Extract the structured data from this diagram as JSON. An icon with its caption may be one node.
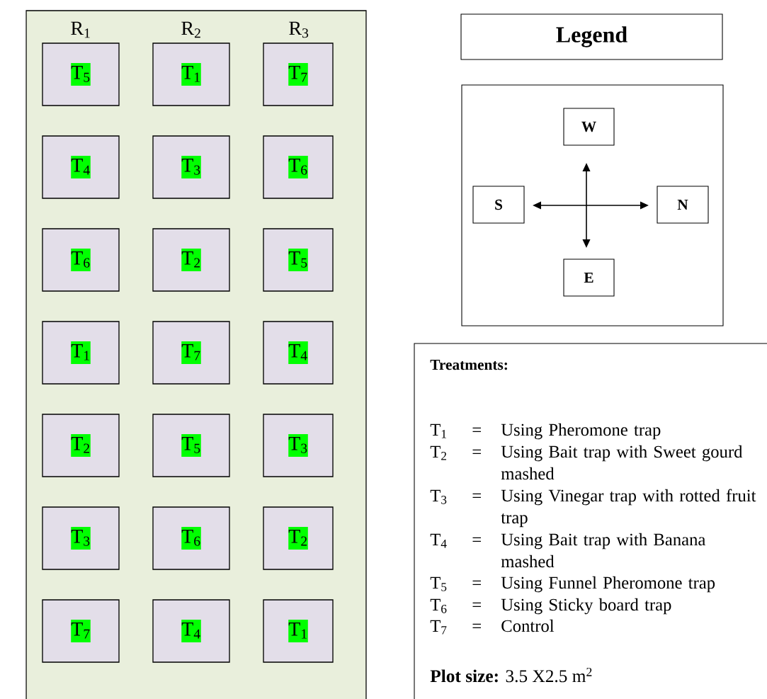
{
  "diagram": {
    "nodes": [
      {
        "text": [],
        "shape": "box"
      },
      {
        "text": [
          "T$_{5}$"
        ],
        "in": 0
      },
      {
        "text": [
          "T$_{1}$"
        ],
        "in": 0
      },
      {
        "text": [
          "T$_{7}$"
        ],
        "in": 0
      },
      {
        "text": [
          "T$_{4}$"
        ],
        "in": 0
      },
      {
        "text": [
          "T$_{3}$"
        ],
        "in": 0
      },
      {
        "text": [
          "T$_{6}$"
        ],
        "in": 0
      },
      {
        "text": [
          "T$_{6}$"
        ],
        "in": 0
      },
      {
        "text": [
          "T$_{2}$"
        ],
        "in": 0
      },
      {
        "text": [
          "T$_{5}$"
        ],
        "in": 0
      },
      {
        "text": [
          "T$_{1}$"
        ],
        "in": 0
      },
      {
        "text": [
          "T$_{7}$"
        ],
        "in": 0
      },
      {
        "text": [
          "T$_{4}$"
        ],
        "in": 0
      },
      {
        "text": [
          "T$_{2}$"
        ],
        "in": 0
      },
      {
        "text": [
          "T$_{5}$"
        ],
        "in": 0
      },
      {
        "text": [
          "T$_{3}$"
        ],
        "in": 0
      },
      {
        "text": [
          "T$_{3}$"
        ],
        "in": 0
      },
      {
        "text": [
          "T$_{6}$"
        ],
        "in": 0
      },
      {
        "text": [
          "T$_{2}$"
        ],
        "in": 0
      },
      {
        "text": [
          "T$_{7}$"
        ],
        "in": 0
      },
      {
        "text": [
          "T$_{4}$"
        ],
        "in": 0
      },
      {
        "text": [
          "T$_{1}$"
        ],
        "in": 0
      },
      {
        "text": [
          "Legend"
        ]
      },
      {
        "text": [],
        "shape": "box"
      },
      {
        "text": [
          "W"
        ],
        "in": 23
      },
      {
        "text": [
          "S"
        ],
        "in": 23
      },
      {
        "text": [
          "N"
        ],
        "in": 23
      },
      {
        "text": [
          "E"
        ],
        "in": 23
      },
      {
        "text": [
          "Treatments:",
          "T$_{1}$",
          "=",
          "Using Pheromone trap",
          "T$_{2}$",
          "=",
          "Using Bait trap with Sweet gourd mashed",
          "T$_{3}$",
          "=",
          "Using Vinegar trap with rotted fruit trap",
          "T$_{4}$",
          "=",
          "Using Bait trap with Banana mashed",
          "T$_{5}$",
          "=",
          "Using Funnel Pheromone trap",
          "T$_{6}$",
          "=",
          "Using Sticky board trap",
          "T$_{7}$",
          "=",
          "Control",
          "**Plot size:** 3.5 X2.5 m$^{2}$"
        ]
      }
    ],
    "edges": [],
    "labels": [
      "R$_{1}$",
      "R$_{2}$",
      "R$_{3}$"
    ]
  }
}
